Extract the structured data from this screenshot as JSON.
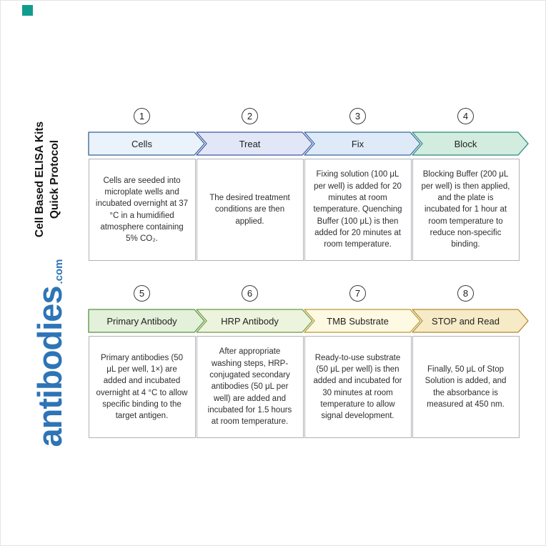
{
  "sidebar": {
    "title_line1": "Cell Based ELISA Kits",
    "title_line2": "Quick Protocol",
    "logo": "antibodies",
    "logo_tld": ".com",
    "logo_color": "#2e74b6",
    "corner_mark_color": "#129c8d"
  },
  "steps": [
    {
      "number": "1",
      "label": "Cells",
      "description": "Cells are seeded into microplate wells and incubated overnight at 37 °C in a humidified atmosphere containing 5% CO₂.",
      "fill": "#eaf3fb",
      "stroke": "#35618f"
    },
    {
      "number": "2",
      "label": "Treat",
      "description": "The desired treatment conditions are then applied.",
      "fill": "#e2e7f7",
      "stroke": "#3f55a4"
    },
    {
      "number": "3",
      "label": "Fix",
      "description": "Fixing solution (100 μL per well) is added for 20 minutes at room temperature. Quenching Buffer (100 μL) is then added for 20 minutes at room temperature.",
      "fill": "#dfeaf8",
      "stroke": "#34679f"
    },
    {
      "number": "4",
      "label": "Block",
      "description": "Blocking Buffer (200 μL per well) is then applied, and the plate is incubated for 1 hour at room temperature to reduce non-specific binding.",
      "fill": "#d2ecdf",
      "stroke": "#2b8a78"
    },
    {
      "number": "5",
      "label": "Primary Antibody",
      "description": "Primary antibodies (50 μL per well, 1×) are added and incubated overnight at 4 °C to allow specific binding to the target antigen.",
      "fill": "#e3f0da",
      "stroke": "#55923c"
    },
    {
      "number": "6",
      "label": "HRP Antibody",
      "description": "After appropriate washing steps, HRP-conjugated secondary antibodies (50 μL per well) are added and incubated for 1.5 hours at room temperature.",
      "fill": "#ecf4dd",
      "stroke": "#6b9a3d"
    },
    {
      "number": "7",
      "label": "TMB Substrate",
      "description": "Ready-to-use substrate (50 μL per well) is then added and incubated for 30 minutes at room temperature to allow signal development.",
      "fill": "#fdf9e2",
      "stroke": "#b89a33"
    },
    {
      "number": "8",
      "label": "STOP and Read",
      "description": "Finally, 50 μL of Stop Solution is added, and the absorbance is measured at 450 nm.",
      "fill": "#f6ebc6",
      "stroke": "#b08a2e"
    }
  ]
}
